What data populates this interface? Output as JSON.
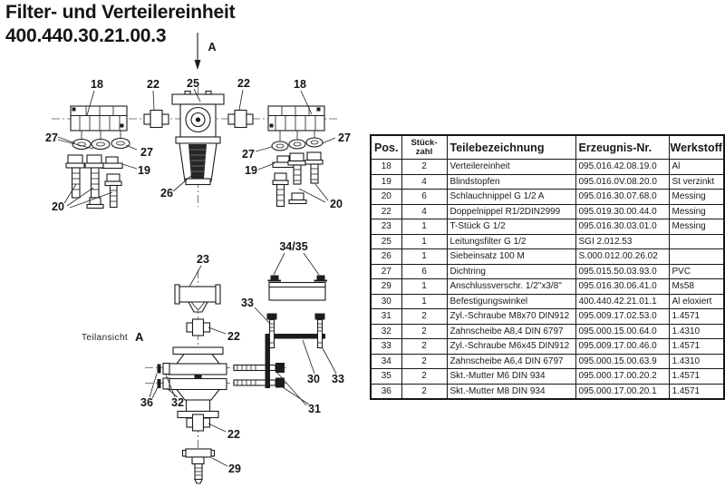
{
  "title": {
    "line1": "Filter- und Verteilereinheit",
    "line2": "400.440.30.21.00.3"
  },
  "drawing": {
    "section_label": "A",
    "partial_view": {
      "label": "Teilansicht",
      "ref": "A"
    },
    "callouts": {
      "top_18_left": "18",
      "top_22_left": "22",
      "top_25": "25",
      "top_22_right": "22",
      "top_18_right": "18",
      "top_27_left_a": "27",
      "top_27_left_b": "27",
      "top_19_left": "19",
      "top_20_left": "20",
      "top_26": "26",
      "top_27_right_a": "27",
      "top_27_right_b": "27",
      "top_19_right": "19",
      "top_20_right": "20",
      "bot_23": "23",
      "bot_22_upper": "22",
      "bot_34_35": "34/35",
      "bot_33_upper": "33",
      "bot_30": "30",
      "bot_33_lower": "33",
      "bot_31": "31",
      "bot_36": "36",
      "bot_32": "32",
      "bot_22_lower": "22",
      "bot_29": "29"
    }
  },
  "table": {
    "headers": {
      "pos": "Pos.",
      "qty1": "Stück-",
      "qty2": "zahl",
      "name": "Teilebezeichnung",
      "part_no": "Erzeugnis-Nr.",
      "material": "Werkstoff"
    },
    "rows": [
      {
        "pos": "18",
        "qty": "2",
        "name": "Verteilereinheit",
        "part_no": "095.016.42.08.19.0",
        "material": "Al"
      },
      {
        "pos": "19",
        "qty": "4",
        "name": "Blindstopfen",
        "part_no": "095.016.0V.08.20.0",
        "material": "St verzinkt"
      },
      {
        "pos": "20",
        "qty": "6",
        "name": "Schlauchnippel G 1/2 A",
        "part_no": "095.016.30.07.68.0",
        "material": "Messing"
      },
      {
        "pos": "22",
        "qty": "4",
        "name": "Doppelnippel R1/2DIN2999",
        "part_no": "095.019.30.00.44.0",
        "material": "Messing"
      },
      {
        "pos": "23",
        "qty": "1",
        "name": "T-Stück G 1/2",
        "part_no": "095.016.30.03.01.0",
        "material": "Messing"
      },
      {
        "pos": "25",
        "qty": "1",
        "name": "Leitungsfilter G 1/2",
        "part_no": "SGI 2.012.53",
        "material": ""
      },
      {
        "pos": "26",
        "qty": "1",
        "name": "Siebeinsatz 100 M",
        "part_no": "S.000.012.00.26.02",
        "material": ""
      },
      {
        "pos": "27",
        "qty": "6",
        "name": "Dichtring",
        "part_no": "095.015.50.03.93.0",
        "material": "PVC"
      },
      {
        "pos": "29",
        "qty": "1",
        "name": "Anschlussverschr. 1/2\"x3/8\"",
        "part_no": "095.016.30.06.41.0",
        "material": "Ms58"
      },
      {
        "pos": "30",
        "qty": "1",
        "name": "Befestigungswinkel",
        "part_no": "400.440.42.21.01.1",
        "material": "Al eloxiert"
      },
      {
        "pos": "31",
        "qty": "2",
        "name": "Zyl.-Schraube M8x70 DIN912",
        "part_no": "095.009.17.02.53.0",
        "material": "1.4571"
      },
      {
        "pos": "32",
        "qty": "2",
        "name": "Zahnscheibe A8,4  DIN 6797",
        "part_no": "095.000.15.00.64.0",
        "material": "1.4310"
      },
      {
        "pos": "33",
        "qty": "2",
        "name": "Zyl.-Schraube M6x45 DIN912",
        "part_no": "095.009.17.00.46.0",
        "material": "1.4571"
      },
      {
        "pos": "34",
        "qty": "2",
        "name": "Zahnscheibe A6,4  DIN 6797",
        "part_no": "095.000.15.00.63.9",
        "material": "1.4310"
      },
      {
        "pos": "35",
        "qty": "2",
        "name": "Skt.-Mutter M6  DIN 934",
        "part_no": "095.000.17.00.20.2",
        "material": "1.4571"
      },
      {
        "pos": "36",
        "qty": "2",
        "name": "Skt.-Mutter M8  DIN 934",
        "part_no": "095.000.17.00.20.1",
        "material": "1.4571"
      }
    ]
  },
  "colors": {
    "ink": "#1c1c1c",
    "paper": "#ffffff"
  }
}
